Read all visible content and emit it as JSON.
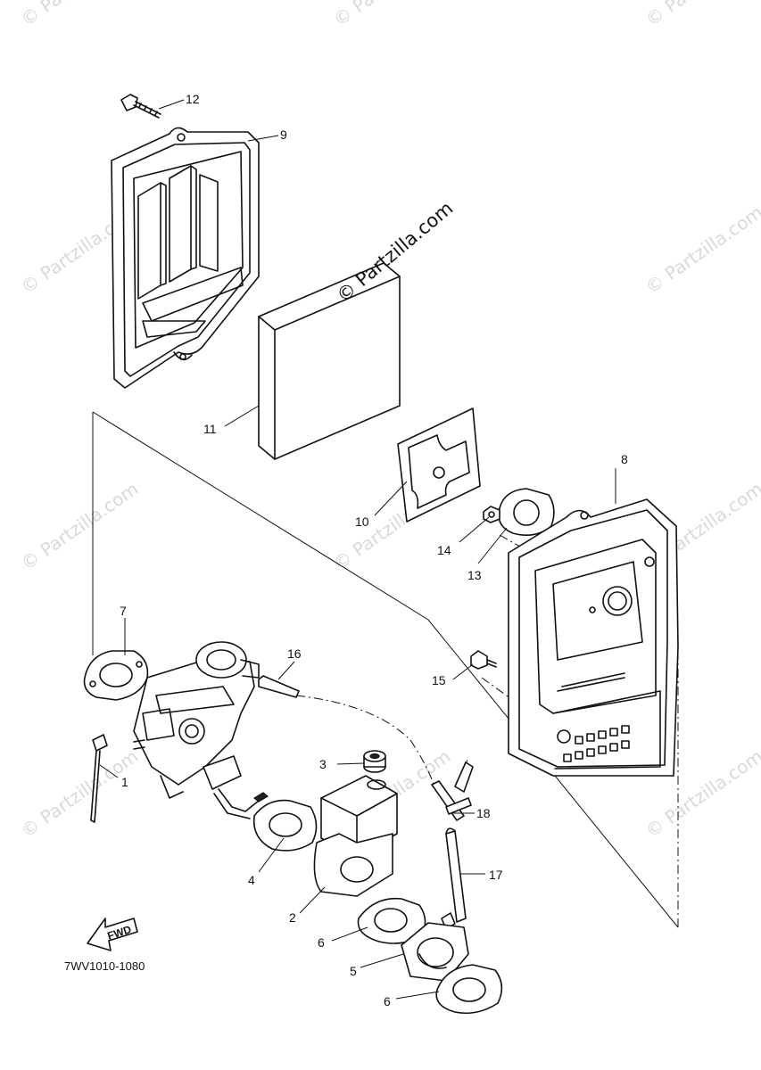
{
  "watermark": {
    "text": "© Partzilla.com",
    "main_text": "© Partzilla.com"
  },
  "callouts": {
    "c1": "1",
    "c2": "2",
    "c3": "3",
    "c4": "4",
    "c5": "5",
    "c6a": "6",
    "c6b": "6",
    "c7": "7",
    "c8": "8",
    "c9": "9",
    "c10": "10",
    "c11": "11",
    "c12": "12",
    "c13": "13",
    "c14": "14",
    "c15": "15",
    "c16": "16",
    "c17": "17",
    "c18": "18"
  },
  "fwd_label": "FWD",
  "reference_code": "7WV1010-1080"
}
